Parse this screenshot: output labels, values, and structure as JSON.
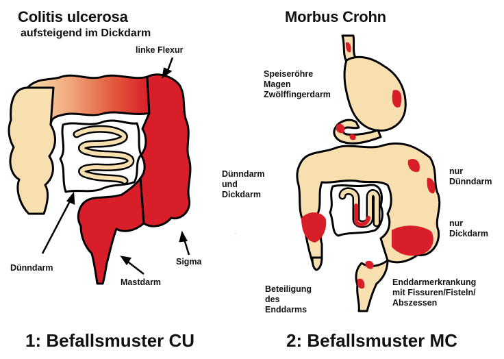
{
  "left": {
    "title": "Colitis ulcerosa",
    "subtitle": "aufsteigend im Dickdarm",
    "labels": {
      "linke_flexur": "linke Flexur",
      "duenndarm": "Dünndarm",
      "mastdarm": "Mastdarm",
      "sigma": "Sigma"
    },
    "caption": "1: Befallsmuster CU"
  },
  "right": {
    "title": "Morbus Crohn",
    "labels": {
      "speiseroehre": [
        "Speiseröhre",
        "Magen",
        "Zwölffingerdarm"
      ],
      "duenn_dick": [
        "Dünndarm",
        "und",
        "Dickdarm"
      ],
      "nur_duenndarm": [
        "nur",
        "Dünndarm"
      ],
      "nur_dickdarm": [
        "nur",
        "Dickdarm"
      ],
      "beteiligung": [
        "Beteiligung",
        "des",
        "Enddarms"
      ],
      "enddarm": [
        "Enddarmerkrankung",
        "mit Fissuren/Fisteln/",
        "Abszessen"
      ]
    },
    "caption": "2: Befallsmuster MC"
  },
  "colors": {
    "healthy": "#f8dfb0",
    "inflamed": "#d81e28",
    "gradient": "#e8784f",
    "outline": "#000000"
  }
}
